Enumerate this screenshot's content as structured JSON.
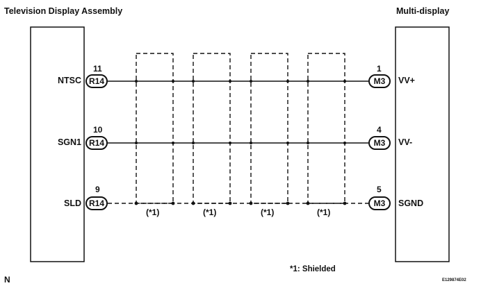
{
  "left_component": {
    "title": "Television Display Assembly"
  },
  "right_component": {
    "title": "Multi-display"
  },
  "left_pins": [
    {
      "signal": "NTSC",
      "pin": "11",
      "connector": "R14"
    },
    {
      "signal": "SGN1",
      "pin": "10",
      "connector": "R14"
    },
    {
      "signal": "SLD",
      "pin": "9",
      "connector": "R14"
    }
  ],
  "right_pins": [
    {
      "signal": "VV+",
      "pin": "1",
      "connector": "M3"
    },
    {
      "signal": "VV-",
      "pin": "4",
      "connector": "M3"
    },
    {
      "signal": "SGND",
      "pin": "5",
      "connector": "M3"
    }
  ],
  "shield_marks": [
    "(*1)",
    "(*1)",
    "(*1)",
    "(*1)"
  ],
  "footnote": "*1: Shielded",
  "corner_letter": "N",
  "figure_code": "E129874E02"
}
